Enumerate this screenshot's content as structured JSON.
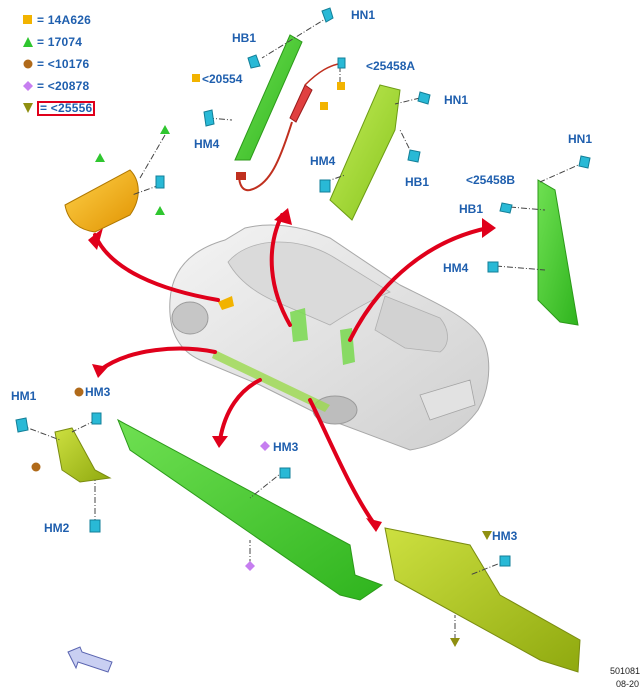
{
  "legend": [
    {
      "symbol": "square",
      "color": "#f2b300",
      "text": "= 14A626"
    },
    {
      "symbol": "triangle-up",
      "color": "#2fc62f",
      "text": "= 17074"
    },
    {
      "symbol": "circle",
      "color": "#b06a1a",
      "text": "= <10176"
    },
    {
      "symbol": "diamond",
      "color": "#c67ef0",
      "text": "= <20878"
    },
    {
      "symbol": "triangle-down",
      "color": "#8f8f10",
      "text": "= <25556"
    }
  ],
  "callouts": {
    "hn1_top": "HN1",
    "hb1_top": "HB1",
    "ref_20554": "<20554",
    "hm4_left": "HM4",
    "ref_25458a": "<25458A",
    "hn1_mid": "HN1",
    "hm4_mid": "HM4",
    "hb1_mid": "HB1",
    "hn1_right": "HN1",
    "ref_25458b": "<25458B",
    "hb1_right": "HB1",
    "hm4_right": "HM4",
    "hm1": "HM1",
    "hm3_left": "HM3",
    "hm2": "HM2",
    "hm3_center": "HM3",
    "hm3_right": "HM3"
  },
  "reference_code": "501081",
  "date_code": "08-20",
  "colors": {
    "label_blue": "#1f5fae",
    "arrow_red": "#e0001b",
    "panel_green": "#3fcf2a",
    "panel_lime": "#9fd92a",
    "panel_olive": "#a8c41c",
    "trim_orange": "#f0a800",
    "clip_cyan": "#29b9d6"
  },
  "icons": [
    "square-icon",
    "triangle-up-icon",
    "circle-icon",
    "diamond-icon",
    "triangle-down-icon",
    "clip-icon",
    "view-direction-arrow-icon"
  ]
}
